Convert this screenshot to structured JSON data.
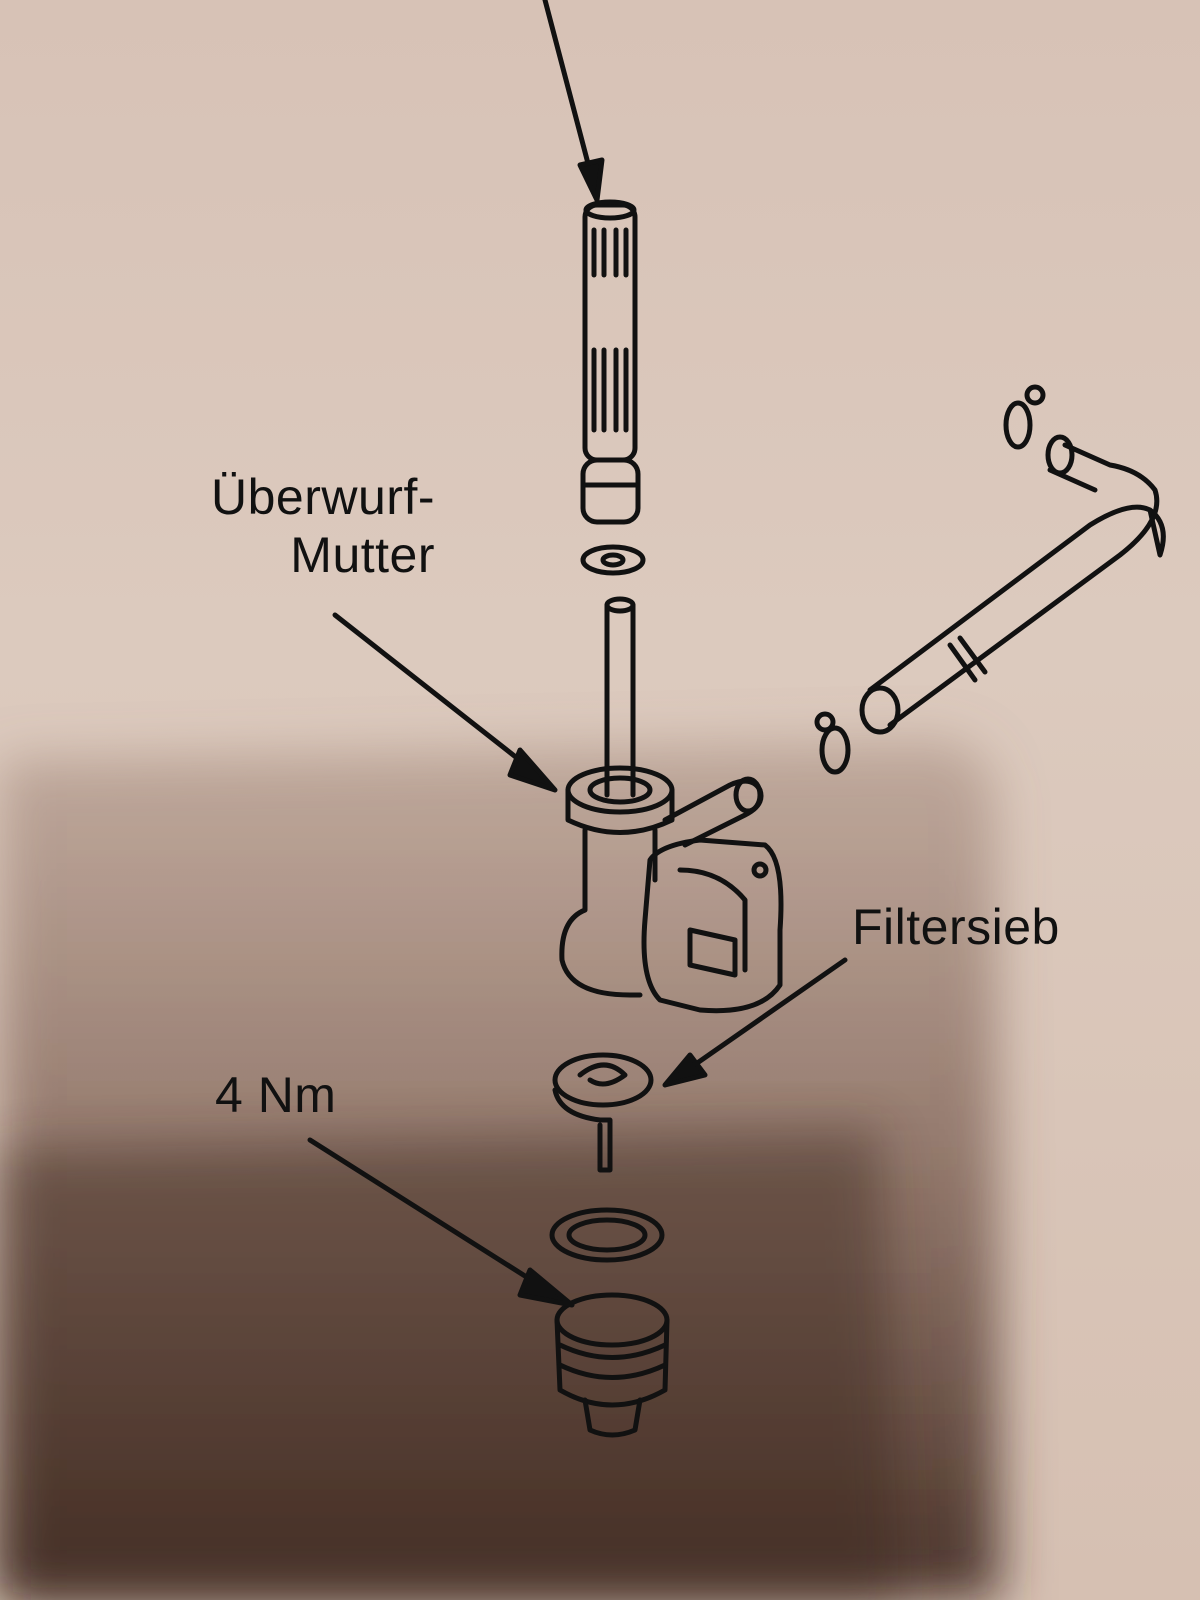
{
  "labels": {
    "union_nut_line1": "Überwurf-",
    "union_nut_line2": "Mutter",
    "filter": "Filtersieb",
    "torque": "4 Nm"
  },
  "colors": {
    "paper": "#d7c2b6",
    "shadow": "#4a3228",
    "ink": "#111111"
  }
}
